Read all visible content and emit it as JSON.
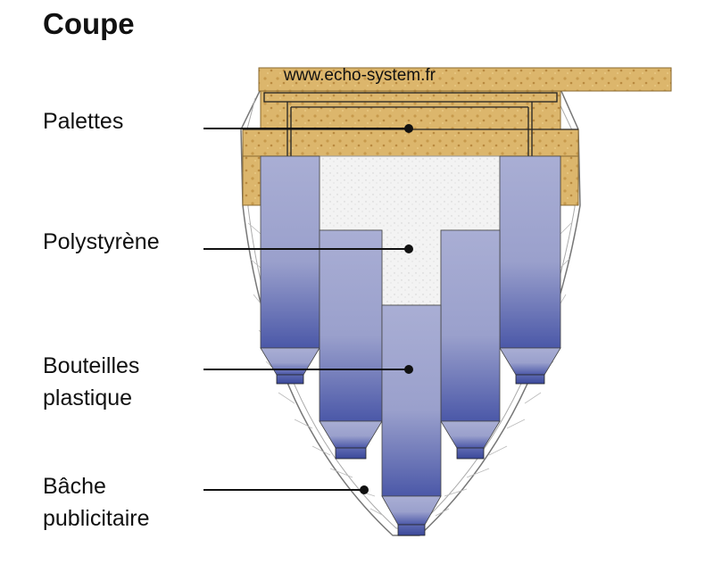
{
  "title": "Coupe",
  "url": "www.echo-system.fr",
  "labels": {
    "palettes": "Palettes",
    "polystyrene": "Polystyrène",
    "bottles_line1": "Bouteilles",
    "bottles_line2": "plastique",
    "tarp_line1": "Bâche",
    "tarp_line2": "publicitaire"
  },
  "colors": {
    "wood": "#d9b46a",
    "bottle": "#8f97c4",
    "polystyrene": "#eeeeee",
    "line": "#111111"
  }
}
